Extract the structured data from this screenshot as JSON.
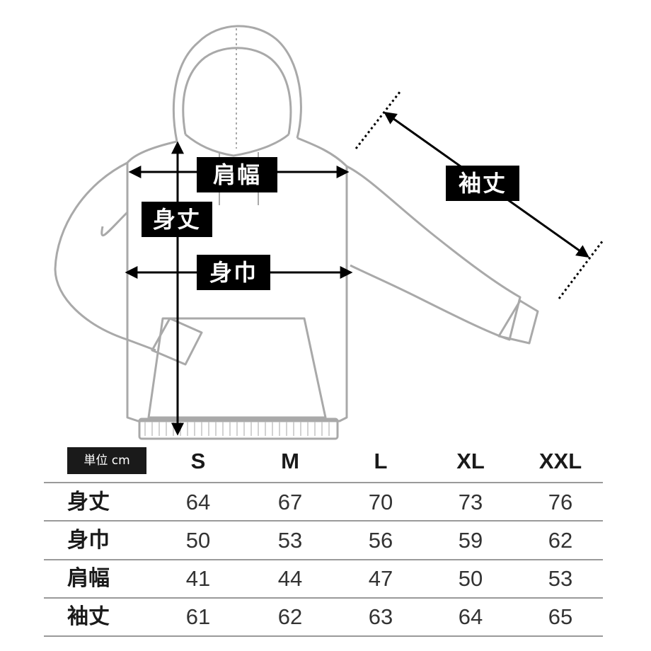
{
  "labels": {
    "shoulder": "肩幅",
    "body_length": "身丈",
    "chest": "身巾",
    "sleeve": "袖丈"
  },
  "table": {
    "unit": "単位 cm",
    "sizes": [
      "S",
      "M",
      "L",
      "XL",
      "XXL"
    ],
    "rows": [
      {
        "label": "身丈",
        "values": [
          "64",
          "67",
          "70",
          "73",
          "76"
        ]
      },
      {
        "label": "身巾",
        "values": [
          "50",
          "53",
          "56",
          "59",
          "62"
        ]
      },
      {
        "label": "肩幅",
        "values": [
          "41",
          "44",
          "47",
          "50",
          "53"
        ]
      },
      {
        "label": "袖丈",
        "values": [
          "61",
          "62",
          "63",
          "64",
          "65"
        ]
      }
    ]
  }
}
